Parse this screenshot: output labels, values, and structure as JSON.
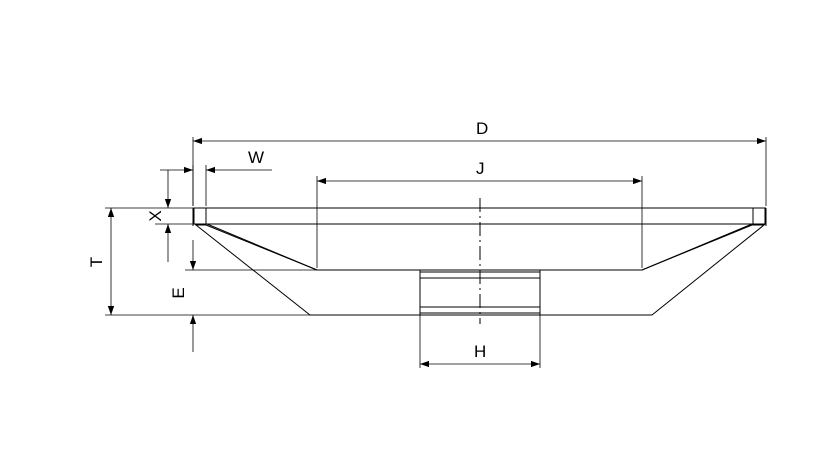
{
  "drawing": {
    "labels": {
      "D": "D",
      "W": "W",
      "J": "J",
      "X": "X",
      "T": "T",
      "E": "E",
      "H": "H"
    },
    "colors": {
      "line": "#000000",
      "background": "#ffffff"
    }
  }
}
